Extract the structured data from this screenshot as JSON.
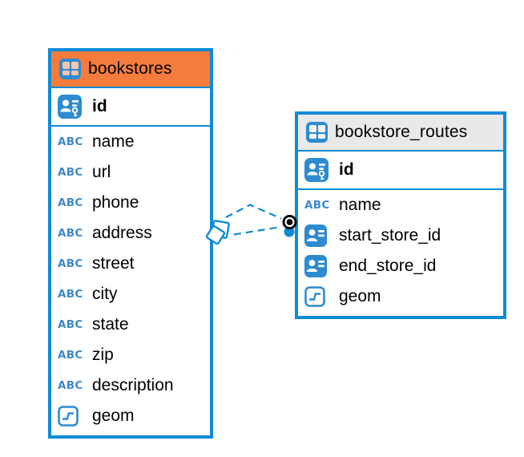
{
  "colors": {
    "accent": "#0F8BD4",
    "badge_blue": "#2E8BD0",
    "abc_blue": "#3E88C8",
    "bookstores_header": "#F57C3D",
    "routes_header": "#E9E9E9",
    "endpoint_black": "#000000"
  },
  "icons": {
    "text_type_label": "ABC"
  },
  "tables": [
    {
      "name": "bookstores",
      "header_color": "#F57C3D",
      "fields": [
        {
          "name": "id",
          "type": "primary-key"
        },
        {
          "name": "name",
          "type": "text"
        },
        {
          "name": "url",
          "type": "text"
        },
        {
          "name": "phone",
          "type": "text"
        },
        {
          "name": "address",
          "type": "text"
        },
        {
          "name": "street",
          "type": "text"
        },
        {
          "name": "city",
          "type": "text"
        },
        {
          "name": "state",
          "type": "text"
        },
        {
          "name": "zip",
          "type": "text"
        },
        {
          "name": "description",
          "type": "text"
        },
        {
          "name": "geom",
          "type": "geometry"
        }
      ]
    },
    {
      "name": "bookstore_routes",
      "header_color": "#E9E9E9",
      "fields": [
        {
          "name": "id",
          "type": "primary-key"
        },
        {
          "name": "name",
          "type": "text"
        },
        {
          "name": "start_store_id",
          "type": "foreign-key"
        },
        {
          "name": "end_store_id",
          "type": "foreign-key"
        },
        {
          "name": "geom",
          "type": "geometry"
        }
      ]
    }
  ],
  "connection": {
    "from_table": "bookstores",
    "to_table": "bookstore_routes",
    "line_style": "dashed",
    "line_count": 2
  }
}
